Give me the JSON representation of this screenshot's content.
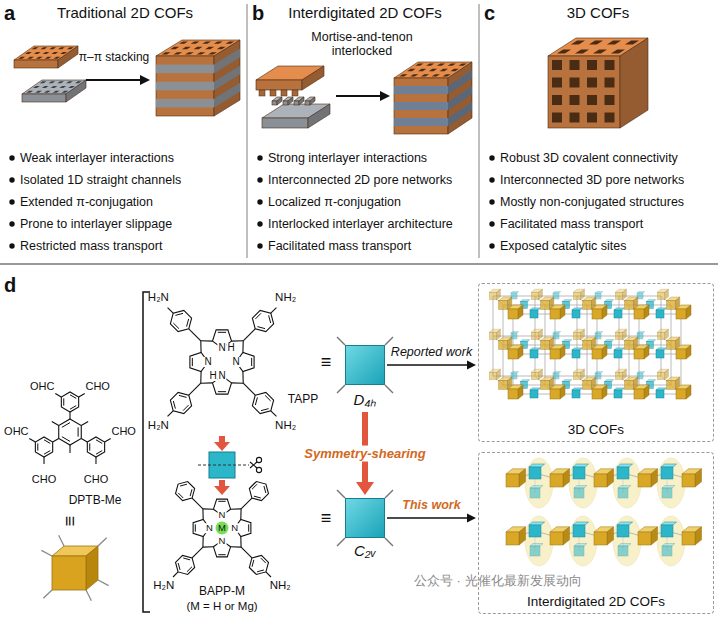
{
  "diagram": {
    "nodes": [
      {
        "text": [
          "D₄ₕ"
        ]
      },
      {
        "text": [
          "3D COFs"
        ]
      },
      {
        "text": [
          "C₂ᵥ"
        ]
      },
      {
        "text": [
          "Interdigitated 2D COFs"
        ]
      }
    ],
    "edges": [
      {
        "from": 0,
        "to": 1,
        "label": "Reported work",
        "arrow": "to"
      },
      {
        "from": 0,
        "to": 2,
        "label": "Symmetry-shearing",
        "arrow": "to"
      },
      {
        "from": 2,
        "to": 3,
        "label": "This work",
        "arrow": "to"
      }
    ],
    "labels": [
      "a",
      "Traditional 2D COFs",
      "π–π stacking",
      "Weak interlayer interactions",
      "Isolated 1D straight channels",
      "Extended π-conjugation",
      "Prone to interlayer slippage",
      "Restricted mass transport",
      "b",
      "Interdigitated 2D COFs",
      "Mortise-and-tenon interlocked",
      "Strong interlayer interactions",
      "Interconnected 2D pore networks",
      "Localized π-conjugation",
      "Interlocked interlayer architecture",
      "Facilitated mass transport",
      "c",
      "3D COFs",
      "Robust 3D covalent connectivity",
      "Interconnected 3D pore networks",
      "Mostly non-conjugated structures",
      "Facilitated mass transport",
      "Exposed catalytic sites",
      "d",
      "OHC",
      "CHO",
      "OHC",
      "CHO",
      "CHO",
      "CHO",
      "DPTB-Me",
      "≡",
      "H₂N",
      "NH₂",
      "N",
      "H",
      "N",
      "N",
      "H",
      "N",
      "H₂N",
      "NH₂",
      "TAPP",
      "≡",
      "N",
      "N",
      "N",
      "N",
      "M",
      "H₂N",
      "NH₂",
      "BAPP-M",
      "(M = H or Mg)",
      "≡",
      "公众号 · 光催化最新发展动向"
    ]
  }
}
